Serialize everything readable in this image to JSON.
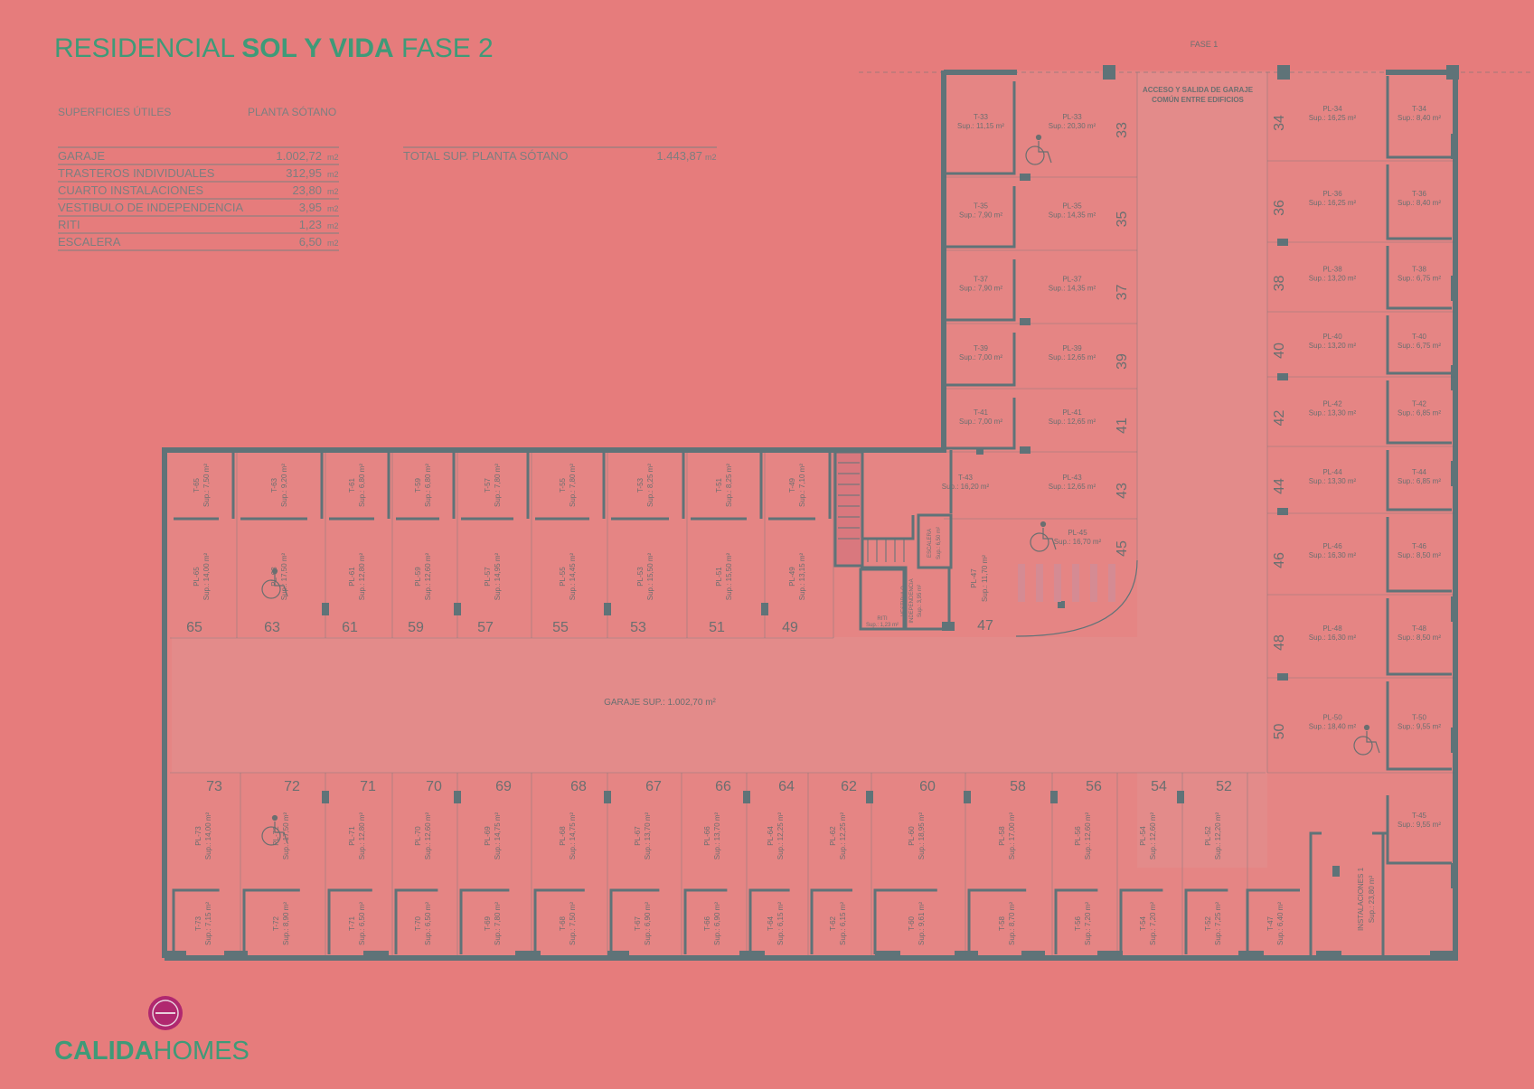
{
  "header": {
    "title_regular": "RESIDENCIAL ",
    "title_bold": "SOL Y VIDA",
    "title_suffix": " FASE 2"
  },
  "fase1_label": "FASE 1",
  "access_note": [
    "ACCESO Y SALIDA DE GARAJE",
    "COMÚN ENTRE EDIFICIOS"
  ],
  "surfaces": {
    "heading": "SUPERFICIES ÚTILES",
    "floor": "PLANTA SÓTANO",
    "rows": [
      {
        "label": "GARAJE",
        "value": "1.002,72",
        "unit": "m2"
      },
      {
        "label": "TRASTEROS INDIVIDUALES",
        "value": "312,95",
        "unit": "m2"
      },
      {
        "label": "CUARTO INSTALACIONES",
        "value": "23,80",
        "unit": "m2"
      },
      {
        "label": "VESTIBULO DE INDEPENDENCIA",
        "value": "3,95",
        "unit": "m2"
      },
      {
        "label": "RITI",
        "value": "1,23",
        "unit": "m2"
      },
      {
        "label": "ESCALERA",
        "value": "6,50",
        "unit": "m2"
      }
    ],
    "total_label": "TOTAL SUP.  PLANTA  SÓTANO",
    "total_value": "1.443,87",
    "total_unit": "m2"
  },
  "garage_label": "GARAJE SUP.: 1.002,70 m²",
  "installations_label": [
    "INSTALACIONES 1",
    "Sup.: 23,80 m²"
  ],
  "riti_label": [
    "RITI",
    "Sup.: 1,23 m²"
  ],
  "vestibulo_label": [
    "VESTIBULO",
    "INDEPENDENCIA",
    "Sup.: 3,95 m²"
  ],
  "escalera_label": [
    "ESCALERA",
    "Sup.: 6,50 m²"
  ],
  "brand": {
    "bold": "CALIDA",
    "light": "HOMES"
  },
  "right_spots": [
    {
      "num": "34",
      "pl": "PL-34",
      "pl_sup": "Sup.: 16,25 m²",
      "t": "T-34",
      "t_sup": "Sup.: 8,40 m²"
    },
    {
      "num": "36",
      "pl": "PL-36",
      "pl_sup": "Sup.: 16,25 m²",
      "t": "T-36",
      "t_sup": "Sup.: 8,40 m²"
    },
    {
      "num": "38",
      "pl": "PL-38",
      "pl_sup": "Sup.: 13,20 m²",
      "t": "T-38",
      "t_sup": "Sup.: 6,75 m²"
    },
    {
      "num": "40",
      "pl": "PL-40",
      "pl_sup": "Sup.: 13,20 m²",
      "t": "T-40",
      "t_sup": "Sup.: 6,75 m²"
    },
    {
      "num": "42",
      "pl": "PL-42",
      "pl_sup": "Sup.: 13,30 m²",
      "t": "T-42",
      "t_sup": "Sup.: 6,85 m²"
    },
    {
      "num": "44",
      "pl": "PL-44",
      "pl_sup": "Sup.: 13,30 m²",
      "t": "T-44",
      "t_sup": "Sup.: 6,85 m²"
    },
    {
      "num": "46",
      "pl": "PL-46",
      "pl_sup": "Sup.: 16,30 m²",
      "t": "T-46",
      "t_sup": "Sup.: 8,50 m²"
    },
    {
      "num": "48",
      "pl": "PL-48",
      "pl_sup": "Sup.: 16,30 m²",
      "t": "T-48",
      "t_sup": "Sup.: 8,50 m²"
    },
    {
      "num": "50",
      "pl": "PL-50",
      "pl_sup": "Sup.: 18,40 m²",
      "t": "T-50",
      "t_sup": "Sup.: 9,55 m²"
    }
  ],
  "t45": {
    "t": "T-45",
    "t_sup": "Sup.: 9,55 m²"
  },
  "middle_spots": [
    {
      "num": "33",
      "pl": "PL-33",
      "pl_sup": "Sup.: 20,30 m²",
      "t": "T-33",
      "t_sup": "Sup.: 11,15 m²"
    },
    {
      "num": "35",
      "pl": "PL-35",
      "pl_sup": "Sup.: 14,35 m²",
      "t": "T-35",
      "t_sup": "Sup.: 7,90 m²"
    },
    {
      "num": "37",
      "pl": "PL-37",
      "pl_sup": "Sup.: 14,35 m²",
      "t": "T-37",
      "t_sup": "Sup.: 7,90 m²"
    },
    {
      "num": "39",
      "pl": "PL-39",
      "pl_sup": "Sup.: 12,65 m²",
      "t": "T-39",
      "t_sup": "Sup.: 7,00 m²"
    },
    {
      "num": "41",
      "pl": "PL-41",
      "pl_sup": "Sup.: 12,65 m²",
      "t": "T-41",
      "t_sup": "Sup.: 7,00 m²"
    },
    {
      "num": "43",
      "pl": "PL-43",
      "pl_sup": "Sup.: 12,65 m²",
      "t": "T-43",
      "t_sup": "Sup.: 16,20 m²"
    }
  ],
  "pl45": {
    "num": "45",
    "pl": "PL-45",
    "pl_sup": "Sup.: 16,70 m²"
  },
  "spot47": {
    "num": "47",
    "pl": "PL-47",
    "pl_sup": "Sup.: 11,70 m²"
  },
  "top_row": [
    {
      "num": "65",
      "pl": "PL-65",
      "pl_sup": "Sup.: 14,00 m²",
      "t": "T-65",
      "t_sup": "Sup.: 7,50 m²"
    },
    {
      "num": "63",
      "pl": "PL-63",
      "pl_sup": "Sup.: 17,50 m²",
      "t": "T-63",
      "t_sup": "Sup.: 9,20 m²"
    },
    {
      "num": "61",
      "pl": "PL-61",
      "pl_sup": "Sup.: 12,80 m²",
      "t": "T-61",
      "t_sup": "Sup.: 6,80 m²"
    },
    {
      "num": "59",
      "pl": "PL-59",
      "pl_sup": "Sup.: 12,60 m²",
      "t": "T-59",
      "t_sup": "Sup.: 6,80 m²"
    },
    {
      "num": "57",
      "pl": "PL-57",
      "pl_sup": "Sup.: 14,95 m²",
      "t": "T-57",
      "t_sup": "Sup.: 7,80 m²"
    },
    {
      "num": "55",
      "pl": "PL-55",
      "pl_sup": "Sup.: 14,45 m²",
      "t": "T-55",
      "t_sup": "Sup.: 7,80 m²"
    },
    {
      "num": "53",
      "pl": "PL-53",
      "pl_sup": "Sup.: 15,50 m²",
      "t": "T-53",
      "t_sup": "Sup.: 8,25 m²"
    },
    {
      "num": "51",
      "pl": "PL-51",
      "pl_sup": "Sup.: 15,50 m²",
      "t": "T-51",
      "t_sup": "Sup.: 8,25 m²"
    },
    {
      "num": "49",
      "pl": "PL-49",
      "pl_sup": "Sup.: 13,15 m²",
      "t": "T-49",
      "t_sup": "Sup.: 7,10 m²"
    }
  ],
  "bottom_row": [
    {
      "num": "73",
      "pl": "PL-73",
      "pl_sup": "Sup.: 14,00 m²",
      "t": "T-73",
      "t_sup": "Sup.: 7,15 m²"
    },
    {
      "num": "72",
      "pl": "PL-72",
      "pl_sup": "Sup.: 17,50 m²",
      "t": "T-72",
      "t_sup": "Sup.: 8,90 m²"
    },
    {
      "num": "71",
      "pl": "PL-71",
      "pl_sup": "Sup.: 12,80 m²",
      "t": "T-71",
      "t_sup": "Sup.: 6,50 m²"
    },
    {
      "num": "70",
      "pl": "PL-70",
      "pl_sup": "Sup.: 12,60 m²",
      "t": "T-70",
      "t_sup": "Sup.: 6,50 m²"
    },
    {
      "num": "69",
      "pl": "PL-69",
      "pl_sup": "Sup.: 14,75 m²",
      "t": "T-69",
      "t_sup": "Sup.: 7,80 m²"
    },
    {
      "num": "68",
      "pl": "PL-68",
      "pl_sup": "Sup.: 14,75 m²",
      "t": "T-68",
      "t_sup": "Sup.: 7,50 m²"
    },
    {
      "num": "67",
      "pl": "PL-67",
      "pl_sup": "Sup.: 13,70 m²",
      "t": "T-67",
      "t_sup": "Sup.: 6,90 m²"
    },
    {
      "num": "66",
      "pl": "PL-66",
      "pl_sup": "Sup.: 13,70 m²",
      "t": "T-66",
      "t_sup": "Sup.: 6,90 m²"
    },
    {
      "num": "64",
      "pl": "PL-64",
      "pl_sup": "Sup.: 12,25 m²",
      "t": "T-64",
      "t_sup": "Sup.: 6,15 m²"
    },
    {
      "num": "62",
      "pl": "PL-62",
      "pl_sup": "Sup.: 12,25 m²",
      "t": "T-62",
      "t_sup": "Sup.: 6,15 m²"
    },
    {
      "num": "60",
      "pl": "PL-60",
      "pl_sup": "Sup.: 18,95 m²",
      "t": "T-60",
      "t_sup": "Sup.: 9,61 m²"
    },
    {
      "num": "58",
      "pl": "PL-58",
      "pl_sup": "Sup.: 17,00 m²",
      "t": "T-58",
      "t_sup": "Sup.: 8,70 m²"
    },
    {
      "num": "56",
      "pl": "PL-56",
      "pl_sup": "Sup.: 12,60 m²",
      "t": "T-56",
      "t_sup": "Sup.: 7,20 m²"
    },
    {
      "num": "54",
      "pl": "PL-54",
      "pl_sup": "Sup.: 12,60 m²",
      "t": "T-54",
      "t_sup": "Sup.: 7,20 m²"
    },
    {
      "num": "52",
      "pl": "PL-52",
      "pl_sup": "Sup.: 12,20 m²",
      "t": "T-52",
      "t_sup": "Sup.: 7,25 m²"
    }
  ],
  "t47": {
    "t": "T-47",
    "t_sup": "Sup.: 6,40 m²"
  },
  "colors": {
    "background": "#e67c7c",
    "wall": "#5f7378",
    "title_green": "#3f9a78",
    "text_grey": "#7c7f80",
    "logo_magenta": "#b0286f"
  }
}
